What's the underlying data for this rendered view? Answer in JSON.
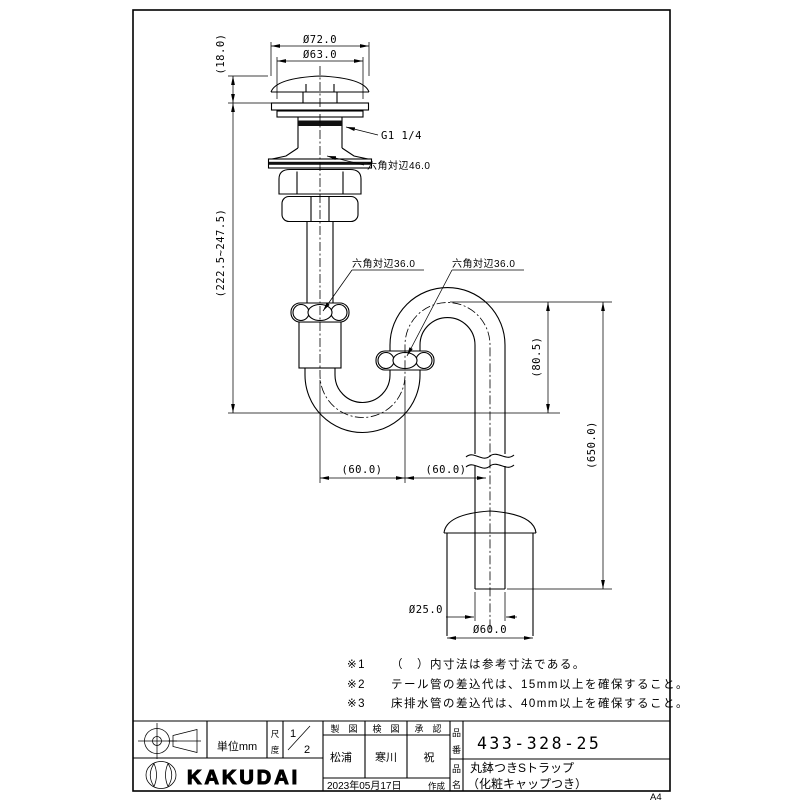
{
  "sheet": {
    "size": "A4"
  },
  "drawing": {
    "dims": {
      "cap_outer": "Ø72.0",
      "cap_inner": "Ø63.0",
      "cap_h": "(18.0)",
      "adjust_h": "(222.5~247.5)",
      "thread": "G1 1/4",
      "hex46": "六角対辺46.0",
      "hex36a": "六角対辺36.0",
      "hex36b": "六角対辺36.0",
      "trap_h": "(80.5)",
      "outlet_h": "(650.0)",
      "offset_a": "(60.0)",
      "offset_b": "(60.0)",
      "tail_d": "Ø25.0",
      "flange_d": "Ø60.0"
    }
  },
  "notes": [
    {
      "marker": "※1",
      "text": "（　）内寸法は参考寸法である。"
    },
    {
      "marker": "※2",
      "text": "テール管の差込代は、15mm以上を確保すること。"
    },
    {
      "marker": "※3",
      "text": "床排水管の差込代は、40mm以上を確保すること。"
    }
  ],
  "titleblock": {
    "unit": "単位mm",
    "scale_label": [
      "尺",
      "度"
    ],
    "scale_num": "1",
    "scale_den": "2",
    "col_draw": "製　図",
    "col_check": "検　図",
    "col_approve": "承　認",
    "name_draw": "松浦",
    "name_check": "寒川",
    "name_approve": "祝",
    "date": "2023年05月17日",
    "date_suffix": "作成",
    "partno_label": [
      "品",
      "番"
    ],
    "partno": "433-328-25",
    "partname_label": [
      "品",
      "名"
    ],
    "product_line1": "丸鉢つきSトラップ",
    "product_line2": "（化粧キャップつき）",
    "brand": "KAKUDAI"
  }
}
